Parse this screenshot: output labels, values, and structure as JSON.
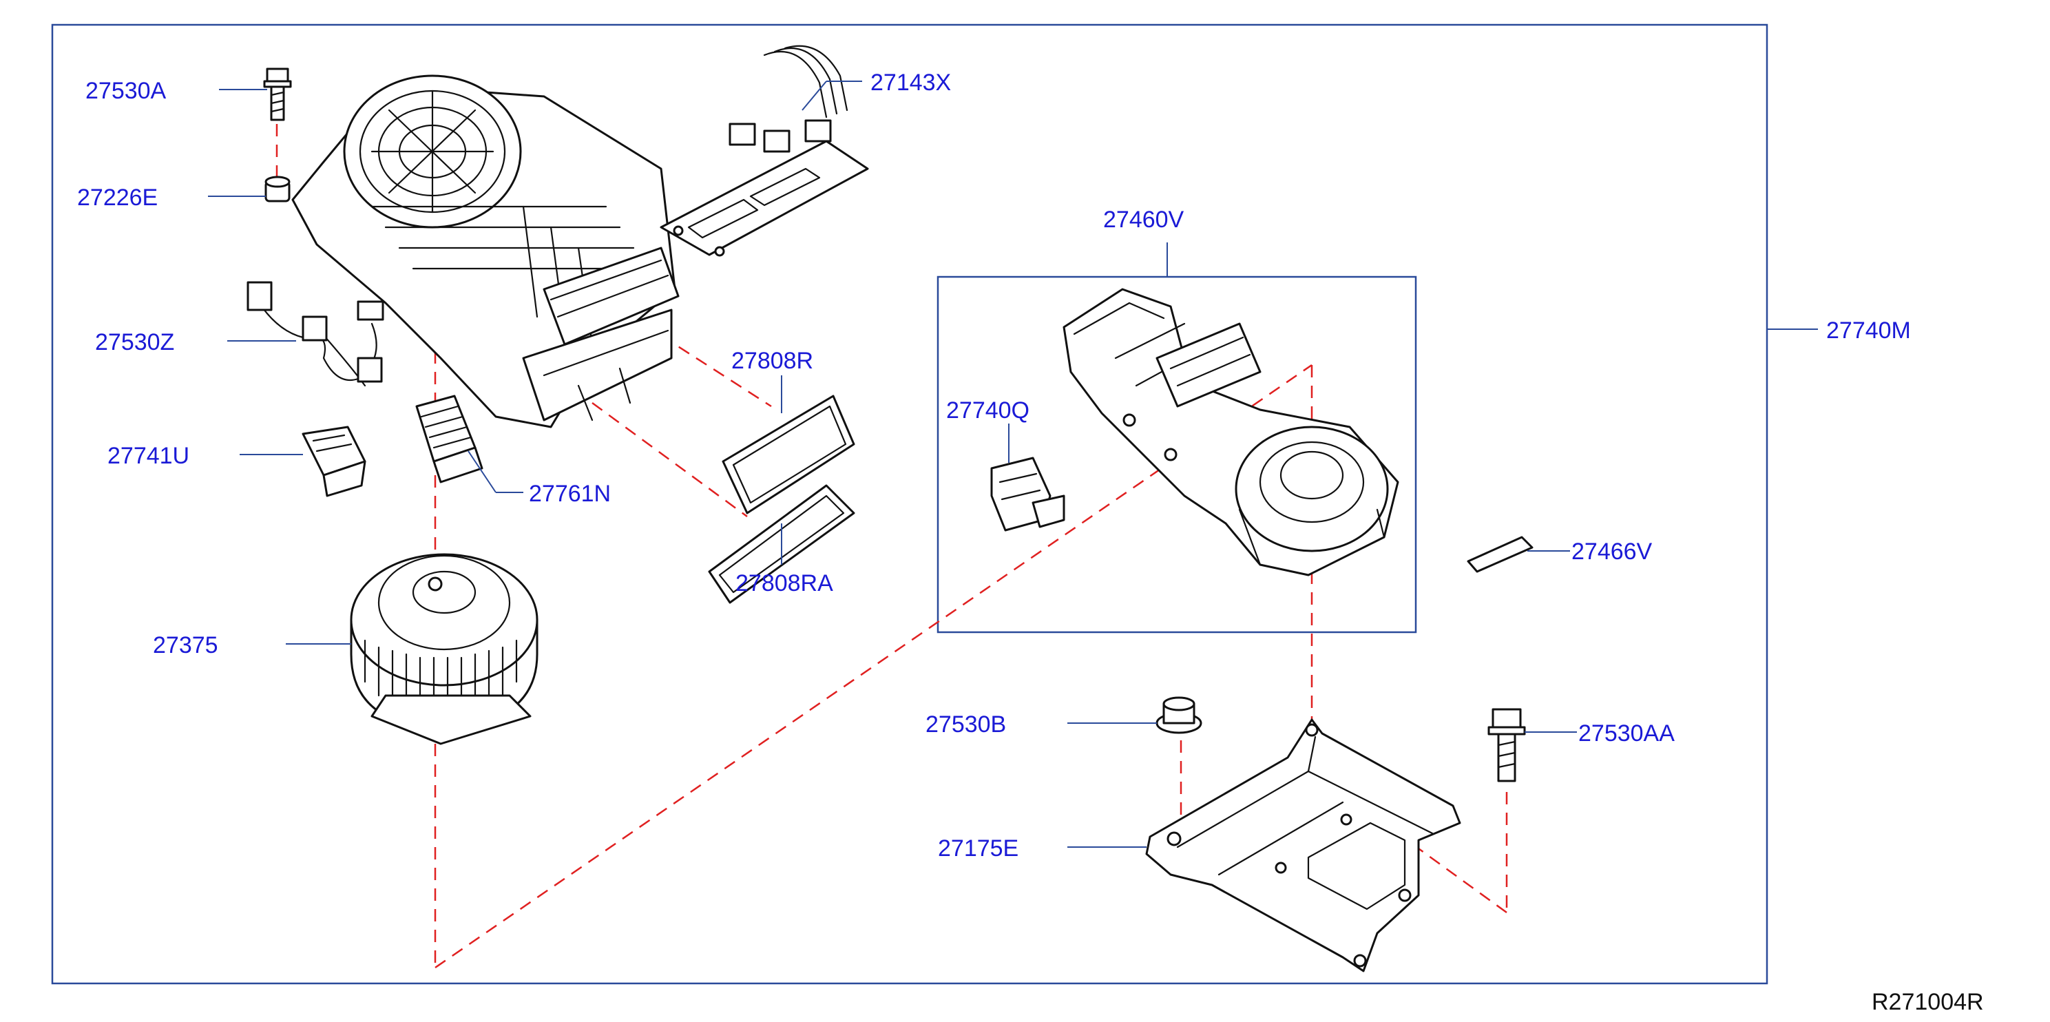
{
  "colors": {
    "label": "#1a1ad6",
    "frame": "#2a4a9a",
    "dashed_guide": "#e02020",
    "ink": "#111111"
  },
  "labels": {
    "p27530A": "27530A",
    "p27226E": "27226E",
    "p27530Z": "27530Z",
    "p27741U": "27741U",
    "p27761N": "27761N",
    "p27375": "27375",
    "p27143X": "27143X",
    "p27808R": "27808R",
    "p27808RA": "27808RA",
    "p27460V": "27460V",
    "p27740Q": "27740Q",
    "p27740M": "27740M",
    "p27466V": "27466V",
    "p27530B": "27530B",
    "p27530AA": "27530AA",
    "p27175E": "27175E"
  },
  "reference": "R271004R"
}
